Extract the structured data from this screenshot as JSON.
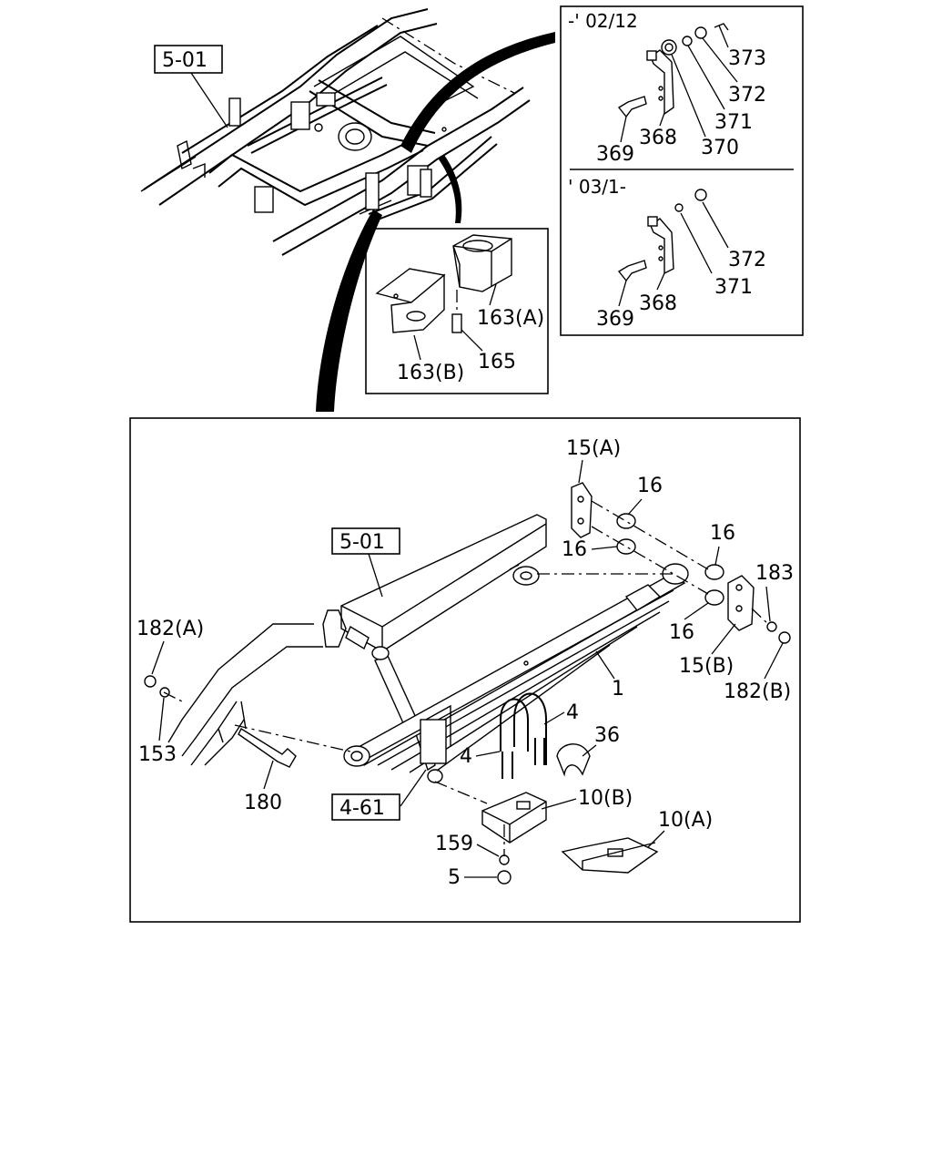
{
  "references": {
    "frame_ref_top": "5-01",
    "frame_ref_main": "5-01",
    "shock_ref": "4-61"
  },
  "bumper_detail": {
    "label_a": "163(A)",
    "label_b": "163(B)",
    "bolt": "165"
  },
  "bracket_early": {
    "range": "-' 02/12",
    "labels": [
      "373",
      "372",
      "371",
      "370",
      "369",
      "368"
    ]
  },
  "bracket_late": {
    "range": "' 03/1-",
    "labels": [
      "372",
      "371",
      "369",
      "368"
    ]
  },
  "main_parts": {
    "spring": "1",
    "u_bolt_1": "4",
    "u_bolt_2": "4",
    "nut": "5",
    "seat_b": "10(B)",
    "seat_a": "10(A)",
    "shackle_a": "15(A)",
    "shackle_b": "15(B)",
    "bushing_1": "16",
    "bushing_2": "16",
    "bushing_3": "16",
    "bushing_4": "16",
    "spacer": "36",
    "washer_153": "153",
    "washer_159": "159",
    "pin": "180",
    "nut_a": "182(A)",
    "nut_b": "182(B)",
    "washer_183": "183"
  },
  "icons": {
    "frame": "chassis-frame-icon",
    "spring": "leaf-spring-icon",
    "bolt": "bolt-icon",
    "nut": "nut-icon"
  }
}
